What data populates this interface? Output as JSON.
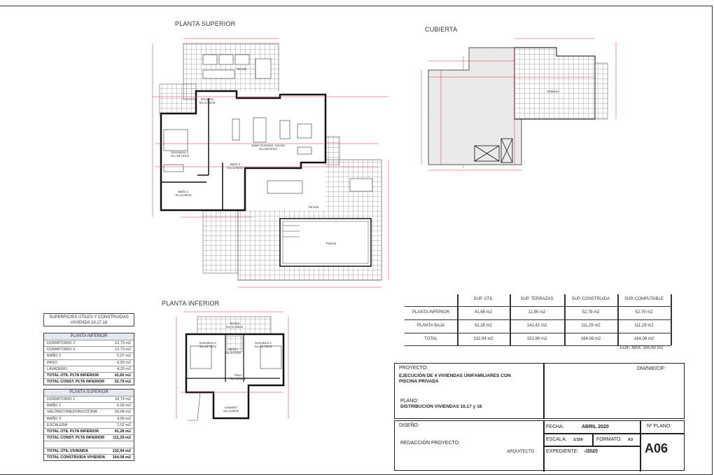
{
  "titles": {
    "planta_superior": "PLANTA SUPERIOR",
    "cubierta": "CUBIERTA",
    "planta_inferior": "PLANTA INFERIOR"
  },
  "rooms": {
    "terraza_sup": {
      "name": "Terraza"
    },
    "escalera": {
      "name": "Escalera",
      "area": "Su=2,52m2"
    },
    "salon": {
      "name": "Salon Comedor, Cocina",
      "area": "Su=59,04m2"
    },
    "dormitorio1": {
      "name": "Dormitorio 1",
      "area": "Su=18,74m2"
    },
    "bano1": {
      "name": "Baño 1",
      "area": "Su=6,03m2"
    },
    "bano3": {
      "name": "Baño 3",
      "area": "Su=4,95m2"
    },
    "terraza_main": {
      "name": "Terraza"
    },
    "piscina": {
      "name": "Piscina"
    },
    "solarium": {
      "name": "Solarium"
    },
    "terraza_inf": {
      "name": "Terraza",
      "area": "Su=11,55m2"
    },
    "dormitorio3": {
      "name": "Dormitorio 3",
      "area": "Su=12,73m2"
    },
    "dormitorio2": {
      "name": "Dormitorio 2",
      "area": "Su=12,73m2"
    },
    "bano2": {
      "name": "Baño 2",
      "area": "Su=5,07m2"
    },
    "paso": {
      "name": "Paso",
      "area": "Su=6,93m2"
    },
    "lavadero": {
      "name": "Lavadero",
      "area": "Su=4,20m2"
    }
  },
  "surfaces_table": {
    "title_line1": "SUPERFICIES ÚTILES Y CONSTRUIDAS",
    "title_line2": "VIVIENDA 16,17,18",
    "inferior": {
      "header": "PLANTA INFERIOR",
      "rows": [
        {
          "label": "DORMITORIO 2",
          "value": "12,73 m2"
        },
        {
          "label": "DORMITORIO 3",
          "value": "12,73 m2"
        },
        {
          "label": "BAÑO 2",
          "value": "5,07 m2"
        },
        {
          "label": "PASO",
          "value": "6,93 m2"
        },
        {
          "label": "LAVADERO",
          "value": "4,20 m2"
        },
        {
          "label": "TOTAL ÚTIL PLTA INFERIOR",
          "value": "41,66 m2"
        },
        {
          "label": "TOTAL CONST. PLTA INFERIOR",
          "value": "52,79 m2"
        }
      ]
    },
    "superior": {
      "header": "PLANTA SUPERIOR",
      "rows": [
        {
          "label": "DORMITORIO 1",
          "value": "18,74 m2"
        },
        {
          "label": "BAÑO 1",
          "value": "6,03 m2"
        },
        {
          "label": "SALÓN/COMEDOR/COCINA",
          "value": "59,04 m2"
        },
        {
          "label": "BAÑO 3",
          "value": "4,95 m2"
        },
        {
          "label": "ESCALERA",
          "value": "2,52 m2"
        },
        {
          "label": "TOTAL ÚTIL PLTA INFERIOR",
          "value": "91,28 m2"
        },
        {
          "label": "TOTAL CONST. PLTA INFERIOR",
          "value": "111,29 m2"
        }
      ]
    },
    "totals": [
      {
        "label": "TOTAL ÚTIL VIVIENDA",
        "value": "132,94 m2"
      },
      {
        "label": "TOTAL CONSTRUIDA VIVIENDA",
        "value": "164,08 m2"
      }
    ]
  },
  "summary_table": {
    "headers": [
      "SUP. ÚTIL",
      "SUP. TERRAZAS",
      "SUP. CONSTRUIDA",
      "SUP. COMPUTABLE"
    ],
    "rows": [
      {
        "label": "PLANTA INFERIOR",
        "values": [
          "41,66 m2",
          "11,55 m2",
          "52,79 m2",
          "52,79 m2"
        ]
      },
      {
        "label": "PLANTA BAJA",
        "values": [
          "91,28 m2",
          "141,41 m2",
          "111,29 m2",
          "111,29 m2"
        ]
      },
      {
        "label": "TOTAL",
        "values": [
          "132,94 m2",
          "152,96 m2",
          "164,08 m2",
          "164,08 m2"
        ]
      }
    ],
    "note": "EDIF. MÁX: 165,60 m2"
  },
  "title_block": {
    "proyecto_label": "PROYECTO:",
    "proyecto_line1": "EJECUCIÓN DE 4 VIVIENDAS UNIFAMILIARES CON",
    "proyecto_line2": "PISCINA PRIVADA",
    "plano_label": "PLANO:",
    "plano_value": "DISTRIBUCIÓN VIVIENDAS 16,17 y 18",
    "dni_label": "DNI/NIE/CIF:",
    "diseno_label": "DISEÑO:",
    "redaccion_label": "REDACCIÓN PROYECTO:",
    "arquitecto_label": "ARQUITECTO",
    "fecha_label": "FECHA:",
    "fecha_value": "ABRIL 2020",
    "escala_label": "ESCALA:",
    "escala_value": "1/150",
    "formato_label": "FORMATO:",
    "formato_value": "A3",
    "expediente_label": "EXPEDIENTE:",
    "expediente_value": "-/2020",
    "nplano_label": "Nº PLANO:",
    "nplano_value": "A06"
  },
  "colors": {
    "dimension": "#d9303a",
    "wall": "#111111",
    "grid": "#555555",
    "header_fill": "#e4e8ef"
  }
}
